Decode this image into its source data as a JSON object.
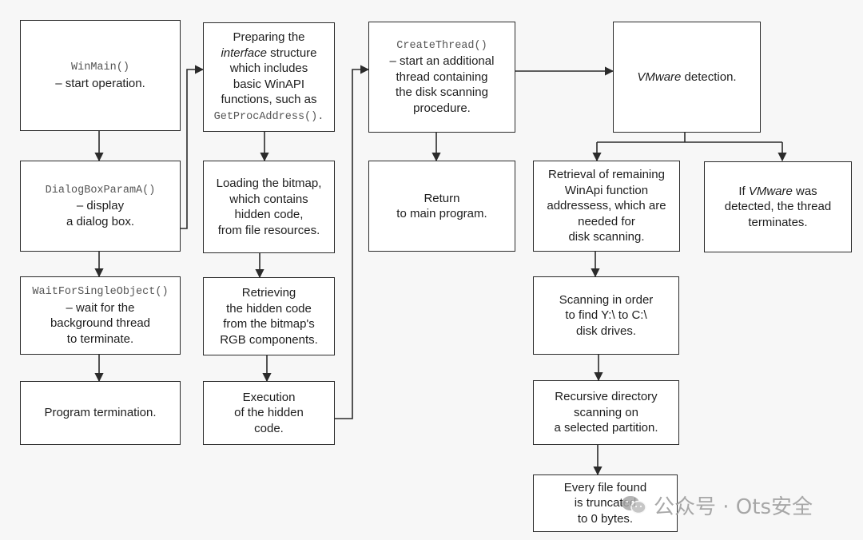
{
  "colors": {
    "background": "#f7f7f7",
    "box_fill": "#ffffff",
    "border": "#2b2b2b",
    "text": "#1e1e1e",
    "code_text": "#555555"
  },
  "boxes": {
    "winmain": {
      "code": "WinMain()",
      "l1": "– start operation."
    },
    "dialogbox": {
      "code": "DialogBoxParamA()",
      "l1": "– display",
      "l2": "a dialog box."
    },
    "waitfor": {
      "code": "WaitForSingleObject()",
      "l1": "– wait for the",
      "l2": "background thread",
      "l3": "to terminate."
    },
    "termination": {
      "l1": "Program termination."
    },
    "preparing": {
      "l1": "Preparing the",
      "l2_italic": "interface",
      "l2_rest": " structure",
      "l3": "which includes",
      "l4": "basic WinAPI",
      "l5": "functions, such as",
      "code": "GetProcAddress()",
      "code_suffix": "."
    },
    "loading": {
      "l1": "Loading the bitmap,",
      "l2": "which contains",
      "l3": "hidden code,",
      "l4": "from file resources."
    },
    "retrieving": {
      "l1": "Retrieving",
      "l2": "the hidden code",
      "l3": "from the bitmap's",
      "l4": "RGB components."
    },
    "execution": {
      "l1": "Execution",
      "l2": "of the hidden",
      "l3": "code."
    },
    "createthread": {
      "code": "CreateThread()",
      "l1": "– start an additional",
      "l2": "thread containing",
      "l3": "the disk scanning",
      "l4": "procedure."
    },
    "return": {
      "l1": "Return",
      "l2": "to main program."
    },
    "vmware": {
      "italic": "VMware",
      "rest": " detection."
    },
    "retrieval": {
      "l1": "Retrieval of remaining",
      "l2": "WinApi function",
      "l3": "addressess, which are",
      "l4": "needed for",
      "l5": "disk scanning."
    },
    "ifvmware": {
      "l1_pre": "If ",
      "l1_italic": "VMware",
      "l1_post": " was",
      "l2": "detected, the thread",
      "l3": "terminates."
    },
    "scanning": {
      "l1": "Scanning in order",
      "l2": "to find Y:\\ to C:\\",
      "l3": "disk drives."
    },
    "recursive": {
      "l1": "Recursive directory",
      "l2": "scanning on",
      "l3": "a selected partition."
    },
    "everyfile": {
      "l1": "Every file found",
      "l2": "is truncated",
      "l3": "to 0 bytes."
    }
  },
  "watermark": {
    "text": "公众号 · Ots安全",
    "icon": "wechat-icon"
  }
}
